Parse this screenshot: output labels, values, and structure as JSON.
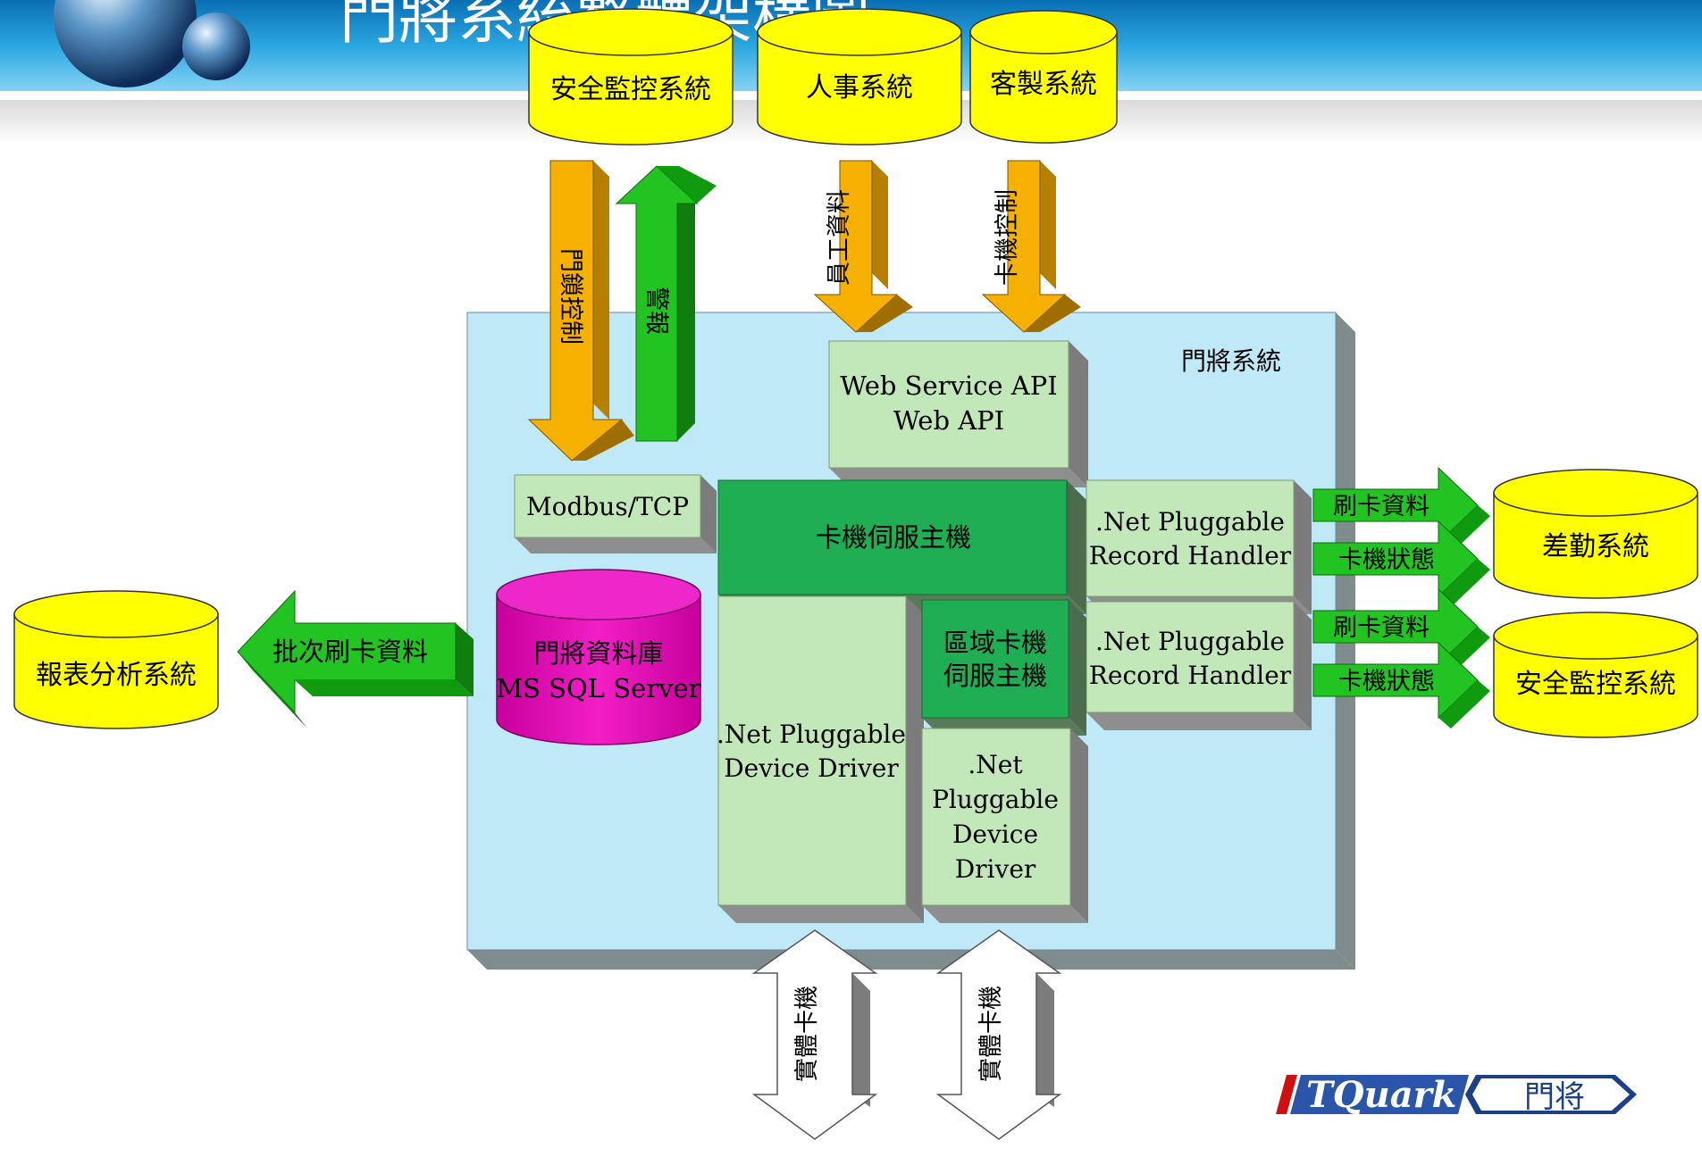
{
  "header": {
    "title": "門將系統整體架構圖"
  },
  "external_systems": {
    "security_top": "安全監控系統",
    "hr": "人事系統",
    "custom": "客製系統",
    "attendance": "差勤系統",
    "security_right": "安全監控系統",
    "report": "報表分析系統"
  },
  "flows": {
    "door_lock_control": "門鎖控制",
    "alarm": "警報",
    "employee_data": "員工資料",
    "card_reader_control": "卡機控制",
    "card_data_1": "刷卡資料",
    "reader_status_1": "卡機狀態",
    "card_data_2": "刷卡資料",
    "reader_status_2": "卡機狀態",
    "batch_card_data": "批次刷卡資料",
    "physical_reader_1": "實體卡機",
    "physical_reader_2": "實體卡機"
  },
  "system": {
    "label": "門將系統",
    "web_api_line1": "Web Service API",
    "web_api_line2": "Web API",
    "modbus": "Modbus/TCP",
    "card_server": "卡機伺服主機",
    "database_line1": "門將資料庫",
    "database_line2": "MS SQL Server",
    "record_handler_1_line1": ".Net Pluggable",
    "record_handler_1_line2": "Record Handler",
    "record_handler_2_line1": ".Net Pluggable",
    "record_handler_2_line2": "Record Handler",
    "regional_server_line1": "區域卡機",
    "regional_server_line2": "伺服主機",
    "device_driver_1_line1": ".Net Pluggable",
    "device_driver_1_line2": "Device Driver",
    "device_driver_2_line1": ".Net",
    "device_driver_2_line2": "Pluggable",
    "device_driver_2_line3": "Device",
    "device_driver_2_line4": "Driver"
  },
  "logo": {
    "brand": "TQuark",
    "chinese": "門將"
  },
  "colors": {
    "header_blue": "#1f9ad6",
    "system_bg": "#bfe9f7",
    "light_green": "#c2e8b9",
    "dark_green": "#1fae54",
    "arrow_green": "#22c422",
    "arrow_orange": "#f6b000",
    "db_magenta": "#e60ab8",
    "ext_yellow": "#ffff00"
  }
}
